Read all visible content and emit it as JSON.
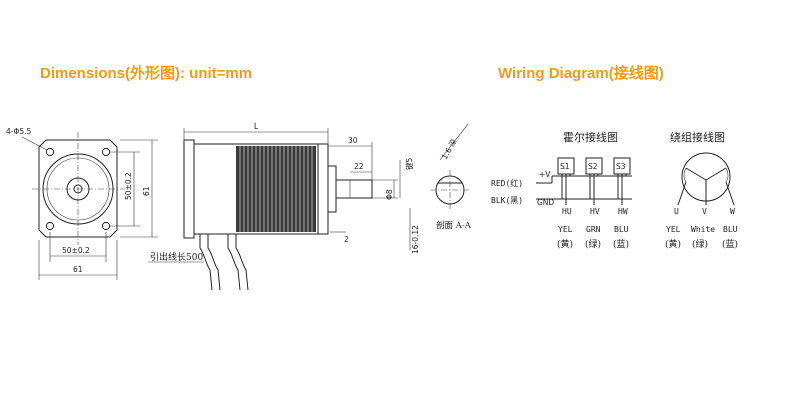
{
  "headers": {
    "dimensions": "Dimensions(外形图): unit=mm",
    "wiring": "Wiring Diagram(接线图)"
  },
  "front_view": {
    "hole_label": "4-Φ5.5",
    "bolt_spacing_h": "50±0.2",
    "bolt_spacing_v": "50±0.2",
    "flange_width": "61",
    "flange_height": "61"
  },
  "side_view": {
    "body_length": "L",
    "shaft_length": "30",
    "shaft_flat_length": "22",
    "shaft_diameter": "Φ8",
    "flange_thickness": "2",
    "lead_label": "引出线长500",
    "key_dim": "键5",
    "pilot_dim": "16-0.12",
    "section_label": "剖面 A-A",
    "flat_label": "1.6 深"
  },
  "wiring": {
    "hall_title": "霍尔接线图",
    "winding_title": "绕组接线图",
    "supply_plus": "+V",
    "supply_gnd": "GND",
    "red_label": "RED(红)",
    "blk_label": "BLK(黑)",
    "sensors": [
      "S1",
      "S2",
      "S3"
    ],
    "hall_outputs": [
      "HU",
      "HV",
      "HW"
    ],
    "hall_colors": [
      "YEL",
      "GRN",
      "BLU"
    ],
    "hall_colors_cn": [
      "(黄)",
      "(绿)",
      "(蓝)"
    ],
    "phases": [
      "U",
      "V",
      "W"
    ],
    "phase_colors": [
      "YEL",
      "White",
      "BLU"
    ],
    "phase_colors_cn": [
      "(黄)",
      "(绿)",
      "(蓝)"
    ]
  }
}
